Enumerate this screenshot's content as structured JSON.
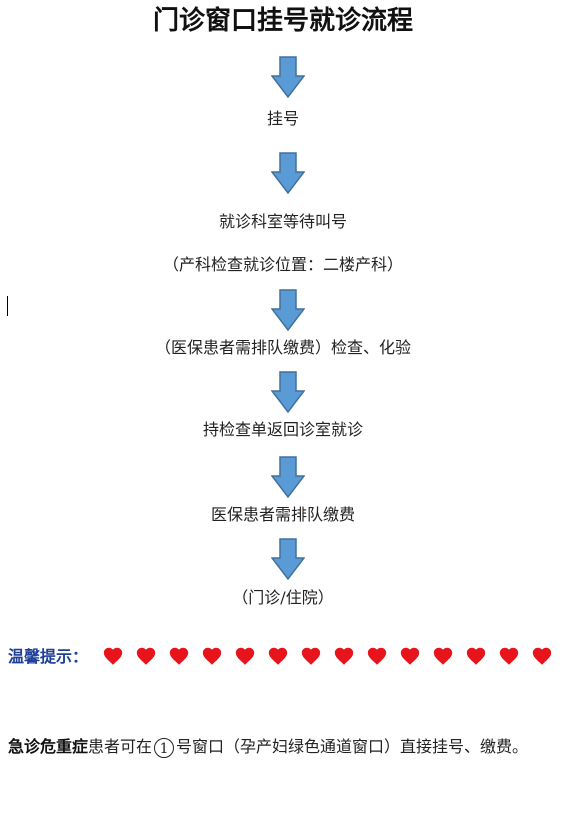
{
  "title": "门诊窗口挂号就诊流程",
  "steps": [
    "挂号",
    "就诊科室等待叫号",
    "（产科检查就诊位置：二楼产科）",
    "（医保患者需排队缴费）检查、化验",
    "持检查单返回诊室就诊",
    "医保患者需排队缴费",
    "（门诊/住院）"
  ],
  "tip": {
    "label": "温馨提示：",
    "heart_count": 14,
    "heart_color": "#e8141c",
    "label_color": "#1f3f99"
  },
  "note": {
    "bold": "急诊危重症",
    "text_before": "患者可在",
    "circled_number": "1",
    "text_after": "号窗口（孕产妇绿色通道窗口）直接挂号、缴费。"
  },
  "colors": {
    "arrow_fill": "#5b9bd5",
    "arrow_stroke": "#41719c"
  }
}
